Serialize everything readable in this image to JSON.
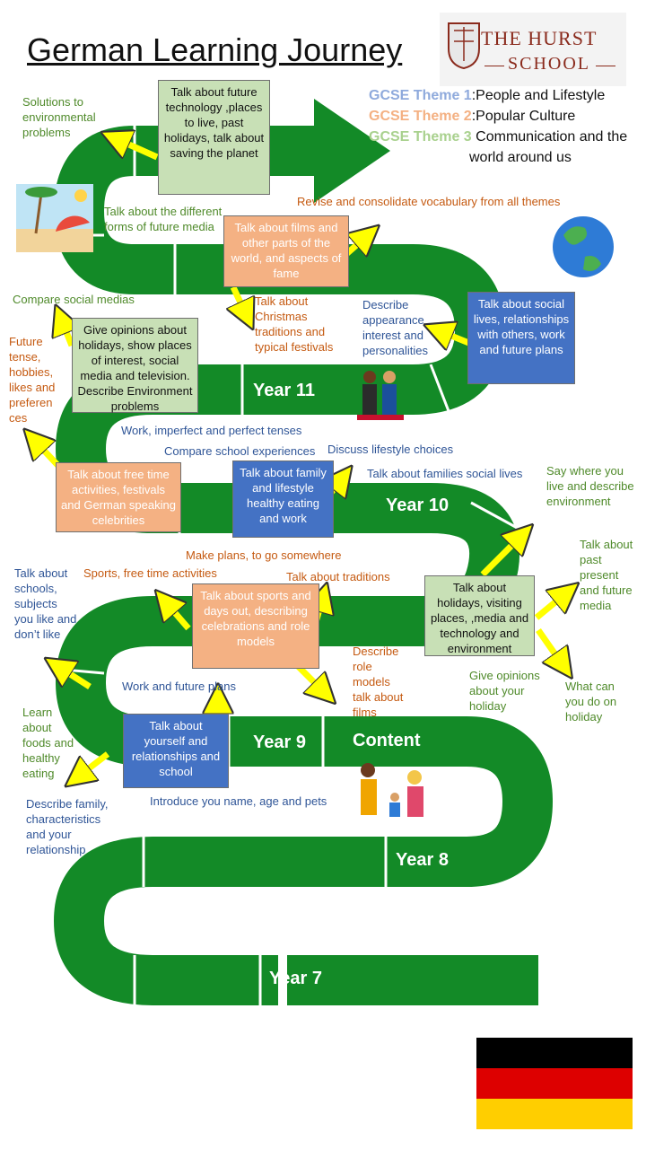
{
  "title": "German Learning Journey",
  "logo": {
    "line1": "THE HURST",
    "line2": "SCHOOL"
  },
  "themes": [
    {
      "label": "GCSE Theme 1",
      "sep": ":",
      "text": "People and Lifestyle",
      "color": "#8faadc"
    },
    {
      "label": "GCSE Theme 2",
      "sep": ":",
      "text": "Popular Culture",
      "color": "#f4b183"
    },
    {
      "label": "GCSE Theme 3",
      "sep": " ",
      "text": "Communication and the",
      "text2": "world around us",
      "color": "#a9d18e"
    }
  ],
  "colors": {
    "road": "#138a27",
    "arrow": "#ffff00",
    "theme_green": "#c8e0b6",
    "theme_orange": "#f4b183",
    "theme_blue": "#4472c4"
  },
  "years": {
    "y7": "Year 7",
    "y8": "Year 8",
    "y9": "Year 9",
    "content": "Content",
    "y10": "Year 10",
    "y11": "Year 11"
  },
  "boxes": {
    "future_tech": "Talk about future technology ,places to live, past holidays, talk about saving the planet",
    "films_fame": "Talk about films and other parts of the world, and aspects of fame",
    "social_lives": "Talk about social lives, relationships with others, work and future plans",
    "opinions_holidays": "Give opinions about holidays, show places of interest, social media and television. Describe Environment problems",
    "free_time": "Talk about free time activities, festivals and German speaking celebrities",
    "family_lifestyle": "Talk about family and lifestyle healthy eating and work",
    "sports_days": "Talk about sports and days out, describing celebrations and role models",
    "holidays_media": "Talk about holidays, visiting places, ,media and technology and environment",
    "yourself": "Talk about yourself and relationships and school"
  },
  "labels": {
    "solutions": "Solutions to environmental problems",
    "future_media": "Talk about the different forms of future media",
    "revise": "Revise and consolidate vocabulary from all themes",
    "compare_social": "Compare social medias",
    "christmas": "Talk about Christmas traditions and typical festivals",
    "appearance": "Describe appearance interest and personalities",
    "future_tense": "Future tense, hobbies, likes and preferen ces",
    "tenses": "Work, imperfect and perfect tenses",
    "compare_school": "Compare school experiences",
    "lifestyle_choices": "Discuss lifestyle choices",
    "families_social": "Talk about families social lives",
    "say_where": "Say where you live and describe environment",
    "make_plans": "Make plans, to go  somewhere",
    "sports_free": "Sports, free time activities",
    "traditions": "Talk about traditions",
    "past_present": "Talk about past present and future media",
    "schools": "Talk about schools, subjects you like and don’t like",
    "role_models": "Describe role models talk about films",
    "opinions_holiday": "Give opinions about your holiday",
    "what_can_do": "What can you do on holiday",
    "work_future": "Work and future plans",
    "foods": "Learn about foods and healthy eating",
    "introduce": "Introduce you name, age and pets",
    "describe_family": "Describe family, characteristics and your relationship"
  },
  "flag_colors": [
    "#000000",
    "#dd0000",
    "#ffce00"
  ]
}
